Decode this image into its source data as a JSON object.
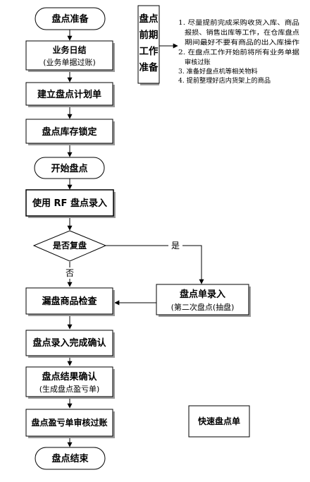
{
  "nodes": {
    "start": "盘点准备",
    "daily_close": "业务日结",
    "daily_close_sub": "(业务单据过账)",
    "create_plan": "建立盘点计划单",
    "lock_stock": "盘点库存锁定",
    "begin_count": "开始盘点",
    "rf_entry": "使用 RF 盘点录入",
    "decision": "是否复盘",
    "count_entry": "盘点单录入",
    "count_entry_sub": "(第二次盘点(抽盘)",
    "missing_check": "漏盘商品检查",
    "entry_confirm": "盘点录入完成确认",
    "result_confirm": "盘点结果确认",
    "result_confirm_sub": "(生成盘点盈亏单)",
    "approve_post": "盘点盈亏单审核过账",
    "end": "盘点结束",
    "quick_count": "快速盘点单"
  },
  "pre_work": {
    "title_lines": [
      "盘点",
      "前期",
      "工作",
      "准备"
    ],
    "notes": [
      "1. 尽量提前完成采购收货入库、商品",
      "报损、销售出库等工作，在仓库盘点",
      "期间最好不要有商品的出入库操作",
      "2. 在盘点工作开始前将所有业务单据",
      "审核过账",
      "3. 准备好盘点机等相关物料",
      "4. 提前整理好店内货架上的商品"
    ]
  },
  "edge_labels": {
    "yes": "是",
    "no": "否"
  }
}
